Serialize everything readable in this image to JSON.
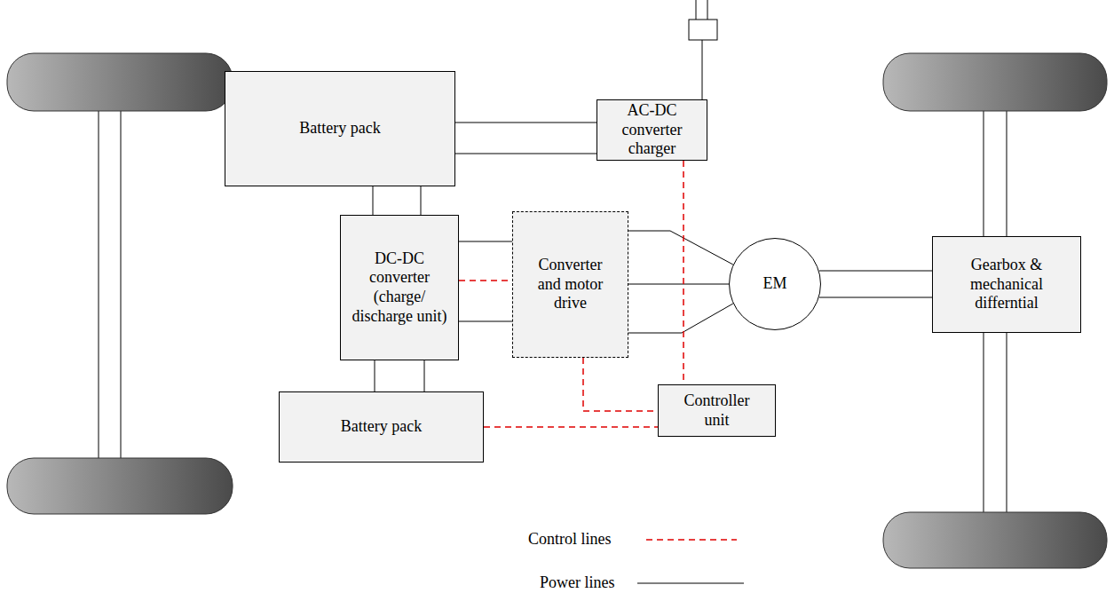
{
  "diagram": {
    "nodes": [
      {
        "text": [
          "Battery pack"
        ]
      },
      {
        "text": [
          "AC-DC converter charger"
        ]
      },
      {
        "text": [
          "DC-DC converter (charge/ discharge unit)"
        ]
      },
      {
        "text": [
          "Converter and motor drive"
        ]
      },
      {
        "text": [
          "EM"
        ]
      },
      {
        "text": [
          "Gearbox & mechanical differntial"
        ]
      },
      {
        "text": [
          "Controller unit"
        ]
      },
      {
        "text": [
          "Battery pack"
        ]
      }
    ],
    "edges": [
      {
        "from": 0,
        "to": 1,
        "arrow": "none"
      },
      {
        "from": 0,
        "to": 2,
        "arrow": "none"
      },
      {
        "from": 2,
        "to": 7,
        "arrow": "none"
      },
      {
        "from": 2,
        "to": 3,
        "arrow": "none"
      },
      {
        "from": 2,
        "to": 3,
        "arrow": "none"
      },
      {
        "from": 3,
        "to": 4,
        "arrow": "none"
      },
      {
        "from": 4,
        "to": 5,
        "arrow": "none"
      },
      {
        "from": 3,
        "to": 6,
        "arrow": "none"
      },
      {
        "from": 7,
        "to": 6,
        "arrow": "none"
      },
      {
        "from": 1,
        "to": 6,
        "arrow": "none"
      }
    ],
    "legend": [
      {
        "text": "Control lines"
      },
      {
        "text": "Power lines"
      }
    ]
  }
}
